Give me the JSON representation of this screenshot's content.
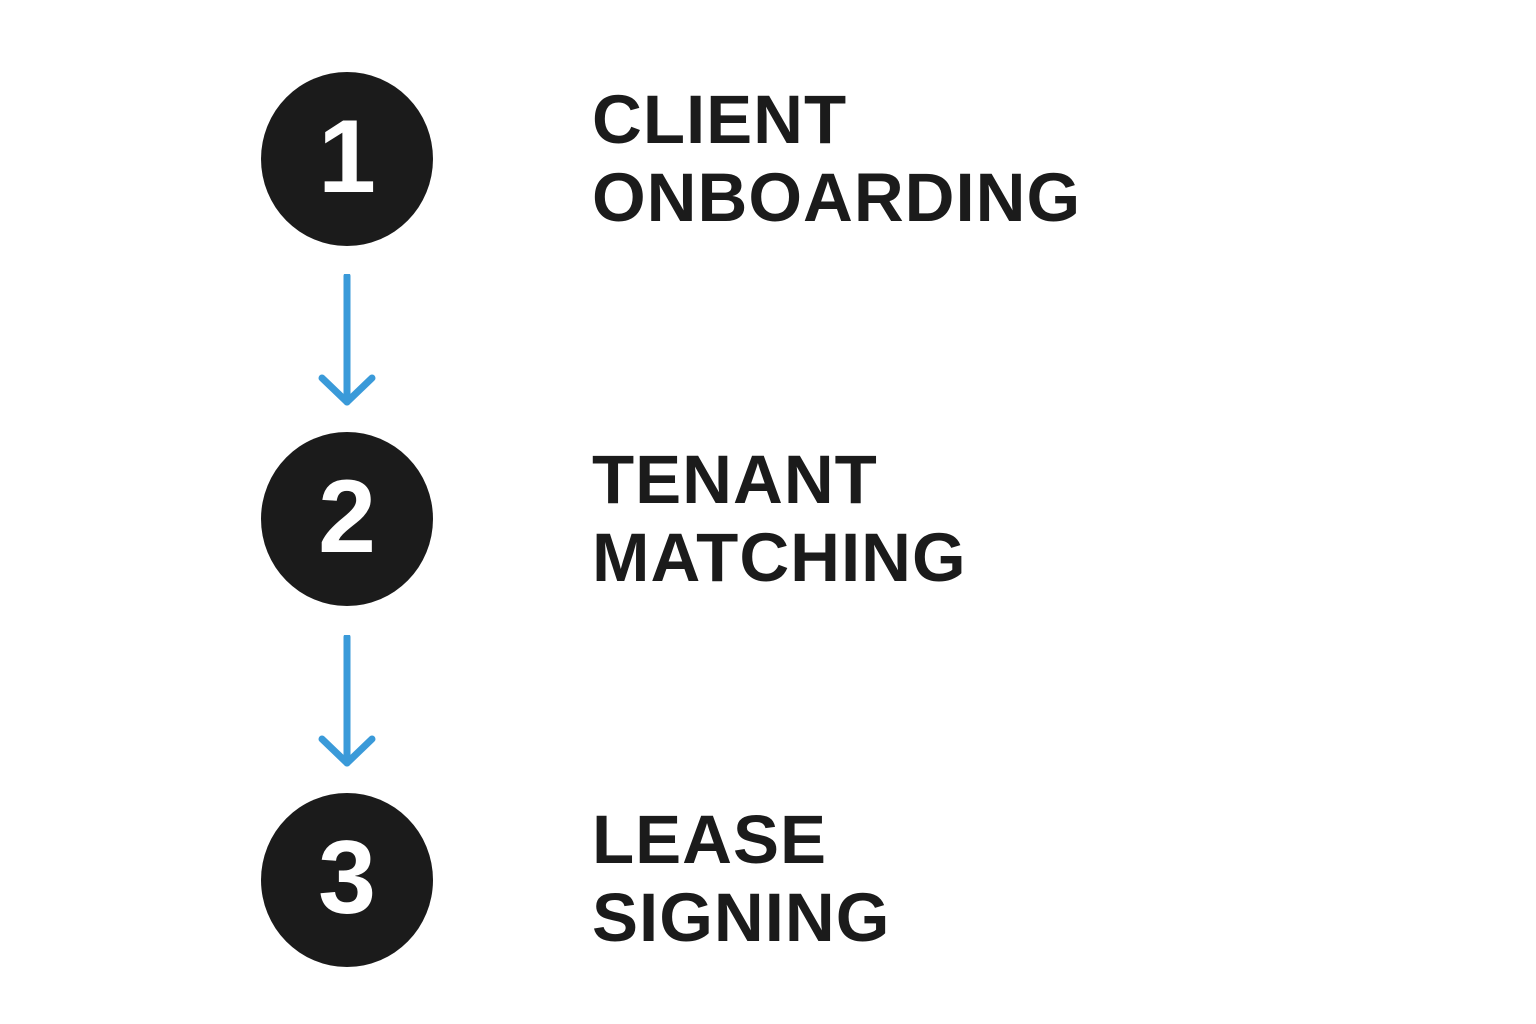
{
  "accent_color": "#3a9ad9",
  "circle_color": "#1b1b1b",
  "steps": [
    {
      "number": "1",
      "line1": "CLIENT",
      "line2": "ONBOARDING"
    },
    {
      "number": "2",
      "line1": "TENANT",
      "line2": "MATCHING"
    },
    {
      "number": "3",
      "line1": "LEASE",
      "line2": "SIGNING"
    }
  ],
  "connectors": [
    {
      "icon": "arrow-down-icon"
    },
    {
      "icon": "arrow-down-icon"
    }
  ]
}
